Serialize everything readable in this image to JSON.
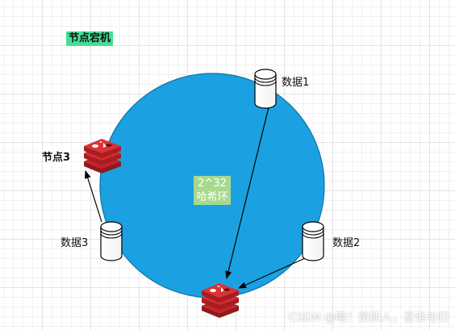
{
  "legend": {
    "label": "节点宕机",
    "color": "#42e092"
  },
  "ring": {
    "line1": "2^32",
    "line2": "哈希环",
    "color": "#1ba1e2",
    "label_bg": "#a6d98e"
  },
  "nodes": [
    {
      "id": "node3",
      "label": "节点3"
    },
    {
      "id": "node-bottom",
      "label": ""
    }
  ],
  "data_items": [
    {
      "id": "data1",
      "label": "数据1"
    },
    {
      "id": "data2",
      "label": "数据2"
    },
    {
      "id": "data3",
      "label": "数据3"
    }
  ],
  "watermark": "CSDN @噫！微斯人，吾谁与归",
  "colors": {
    "server": "#c82026",
    "arrow": "#000000"
  }
}
